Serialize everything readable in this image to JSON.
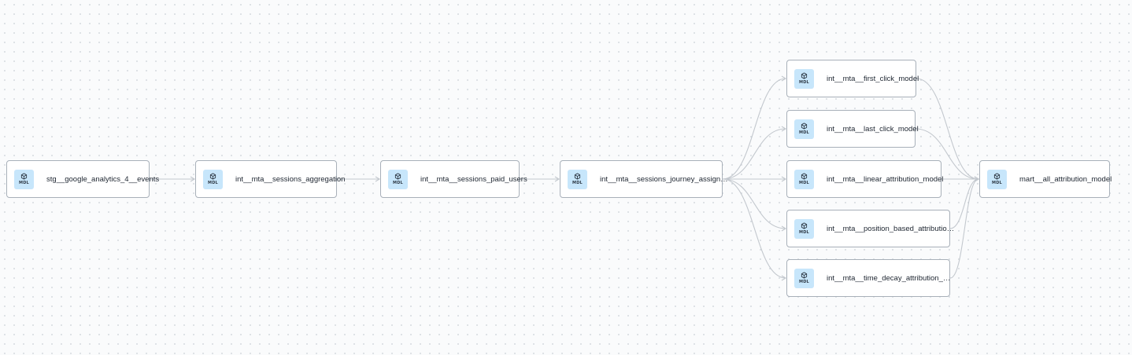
{
  "lineage": {
    "nodes": [
      {
        "id": "n0",
        "label": "stg__google_analytics_4__events",
        "badge": "MDL"
      },
      {
        "id": "n1",
        "label": "int__mta__sessions_aggregation",
        "badge": "MDL"
      },
      {
        "id": "n2",
        "label": "int__mta__sessions_paid_users",
        "badge": "MDL"
      },
      {
        "id": "n3",
        "label": "int__mta__sessions_journey_assign…",
        "badge": "MDL"
      },
      {
        "id": "n4",
        "label": "int__mta__first_click_model",
        "badge": "MDL"
      },
      {
        "id": "n5",
        "label": "int__mta__last_click_model",
        "badge": "MDL"
      },
      {
        "id": "n6",
        "label": "int__mta__linear_attribution_model",
        "badge": "MDL"
      },
      {
        "id": "n7",
        "label": "int__mta__position_based_attributio…",
        "badge": "MDL"
      },
      {
        "id": "n8",
        "label": "int__mta__time_decay_attribution_…",
        "badge": "MDL"
      },
      {
        "id": "n9",
        "label": "mart__all_attribution_model",
        "badge": "MDL"
      }
    ],
    "edges": [
      [
        "n0",
        "n1"
      ],
      [
        "n1",
        "n2"
      ],
      [
        "n2",
        "n3"
      ],
      [
        "n3",
        "n4"
      ],
      [
        "n3",
        "n5"
      ],
      [
        "n3",
        "n6"
      ],
      [
        "n3",
        "n7"
      ],
      [
        "n3",
        "n8"
      ],
      [
        "n4",
        "n9"
      ],
      [
        "n5",
        "n9"
      ],
      [
        "n6",
        "n9"
      ],
      [
        "n7",
        "n9"
      ],
      [
        "n8",
        "n9"
      ]
    ]
  },
  "icons": {
    "node": "cube-icon"
  },
  "colors": {
    "edge": "#c3c8ce",
    "icon_bg": "#c7e6fb",
    "node_border": "#a8b0b9"
  }
}
